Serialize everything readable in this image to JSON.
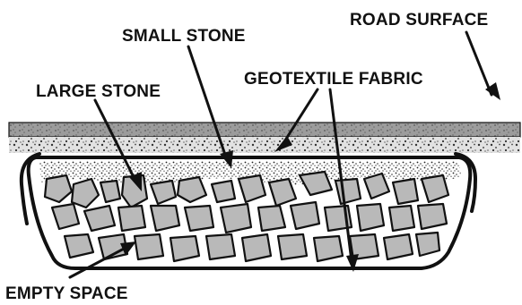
{
  "labels": {
    "road_surface": "ROAD SURFACE",
    "small_stone": "SMALL STONE",
    "geotextile_fabric": "GEOTEXTILE FABRIC",
    "large_stone": "LARGE STONE",
    "empty_space": "EMPTY SPACE"
  },
  "colors": {
    "stone_fill": "#b9b9b9",
    "road_fill": "#9a9a9a",
    "gravel_fill": "#d6d6d6",
    "outline": "#111111",
    "background": "#ffffff"
  }
}
